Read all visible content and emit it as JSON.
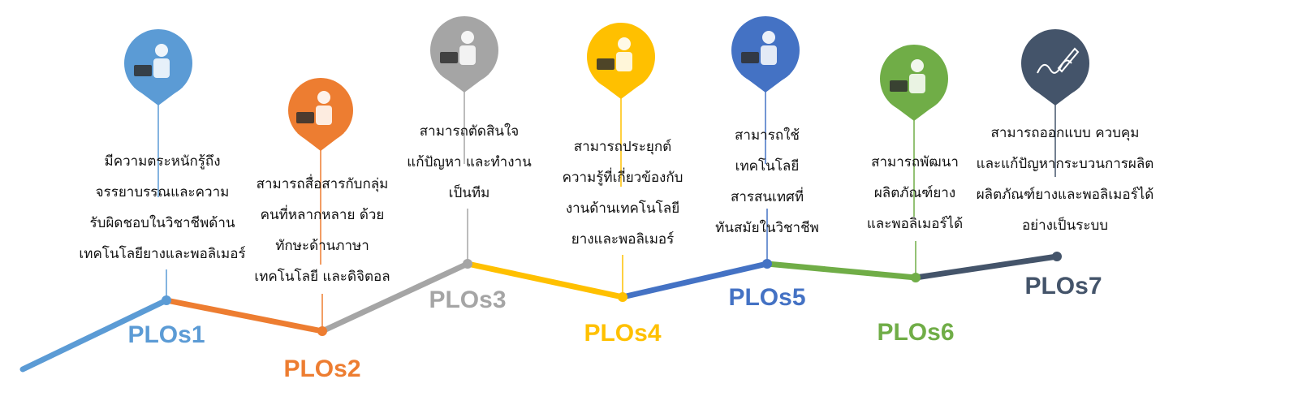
{
  "plos": [
    {
      "label": "PLOs1",
      "color": "#5b9bd5",
      "icon": "teacher-checklist-icon",
      "description": [
        "มีความตระหนักรู้ถึง",
        "จรรยาบรรณและความ",
        "รับผิดชอบในวิชาชีพด้าน",
        "เทคโนโลยียางและพอลิเมอร์"
      ]
    },
    {
      "label": "PLOs2",
      "color": "#ed7d31",
      "icon": "team-communication-icon",
      "description": [
        "สามารถสื่อสารกับกลุ่ม",
        "คนที่หลากหลาย ด้วย",
        "ทักษะด้านภาษา",
        "เทคโนโลยี และดิจิตอล"
      ]
    },
    {
      "label": "PLOs3",
      "color": "#a5a5a5",
      "icon": "question-decision-icon",
      "description": [
        "สามารถตัดสินใจ",
        "แก้ปัญหา และทำงาน",
        "เป็นทีม"
      ]
    },
    {
      "label": "PLOs4",
      "color": "#ffc000",
      "icon": "laptop-analysis-icon",
      "description": [
        "สามารถประยุกต์",
        "ความรู้ที่เกี่ยวข้องกับ",
        "งานด้านเทคโนโลยี",
        "ยางและพอลิเมอร์"
      ]
    },
    {
      "label": "PLOs5",
      "color": "#4472c4",
      "icon": "people-technology-icon",
      "description": [
        "สามารถใช้",
        "เทคโนโลยี",
        "สารสนเทศที่",
        "ทันสมัยในวิชาชีพ"
      ]
    },
    {
      "label": "PLOs6",
      "color": "#70ad47",
      "icon": "graduate-book-icon",
      "description": [
        "สามารถพัฒนา",
        "ผลิตภัณฑ์ยาง",
        "และพอลิเมอร์ได้"
      ]
    },
    {
      "label": "PLOs7",
      "color": "#44546a",
      "icon": "pen-design-icon",
      "description": [
        "สามารถออกแบบ ควบคุม",
        "และแก้ปัญหากระบวนการผลิต",
        "ผลิตภัณฑ์ยางและพอลิเมอร์ได้",
        "อย่างเป็นระบบ"
      ]
    }
  ]
}
